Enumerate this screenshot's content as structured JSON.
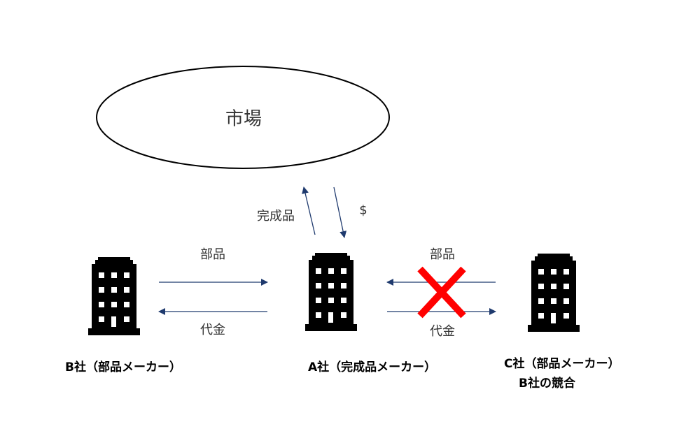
{
  "market": {
    "label": "市場"
  },
  "flows": {
    "finished_goods": "完成品",
    "money": "$",
    "b_parts": "部品",
    "b_payment": "代金",
    "c_parts": "部品",
    "c_payment": "代金"
  },
  "companies": {
    "b": {
      "label": "B社（部品メーカー）"
    },
    "a": {
      "label": "A社（完成品メーカー）"
    },
    "c": {
      "label": "C社（部品メーカー）",
      "note": "B社の競合"
    }
  },
  "colors": {
    "arrow": "#1f3a6e",
    "cross": "#ff0000",
    "building": "#000000"
  }
}
